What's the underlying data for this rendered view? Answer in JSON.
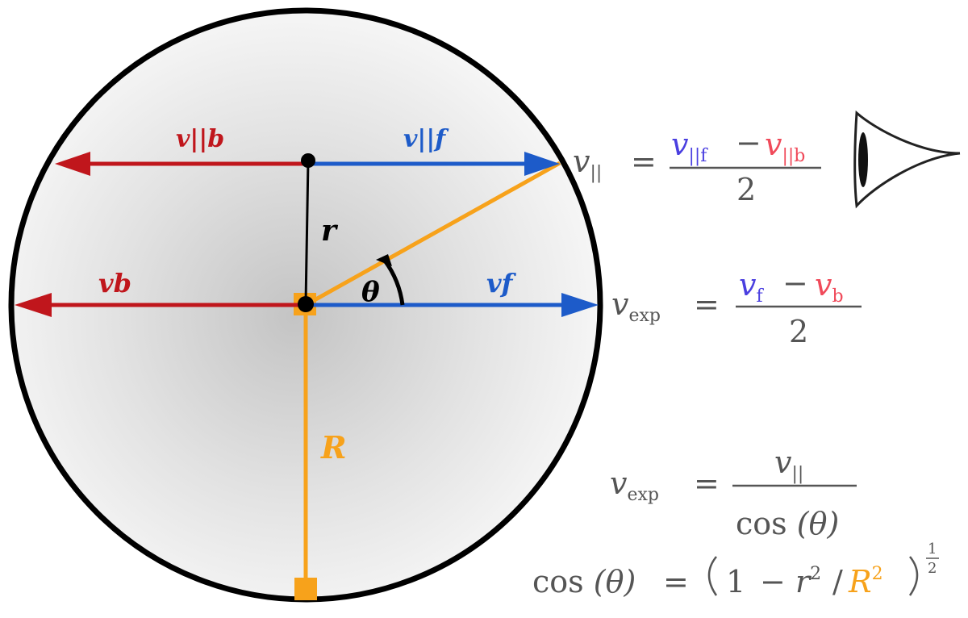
{
  "labels": {
    "v_par_b": "v||b",
    "v_par_f": "v||f",
    "v_b": "vb",
    "v_f": "vf",
    "r": "r",
    "R": "R",
    "theta": "θ"
  },
  "equations": {
    "eq1": {
      "lhs": "v",
      "lhs_sub": "||",
      "equals": "=",
      "num_a": "v",
      "num_a_sub": "||f",
      "minus": "−",
      "num_b": "v",
      "num_b_sub": "||b",
      "den": "2"
    },
    "eq2": {
      "lhs": "v",
      "lhs_sub": "exp",
      "equals": "=",
      "num_a": "v",
      "num_a_sub": "f",
      "minus": "−",
      "num_b": "v",
      "num_b_sub": "b",
      "den": "2"
    },
    "eq3": {
      "lhs": "v",
      "lhs_sub": "exp",
      "equals": "=",
      "num": "v",
      "num_sub": "||",
      "den_fn": "cos",
      "den_arg": "(θ)"
    },
    "eq4": {
      "fn": "cos",
      "arg": "(θ)",
      "equals": "=",
      "one": "1",
      "minus": "−",
      "r": "r",
      "r_exp": "2",
      "slash": "/",
      "R": "R",
      "R_exp": "2",
      "exp_num": "1",
      "exp_den": "2"
    }
  },
  "colors": {
    "red": "#c0161c",
    "blue": "#1d5bc9",
    "orange": "#f7a21b",
    "eq_blue": "#4a3fe0",
    "eq_red": "#f04a5a",
    "gray_text": "#555555"
  }
}
